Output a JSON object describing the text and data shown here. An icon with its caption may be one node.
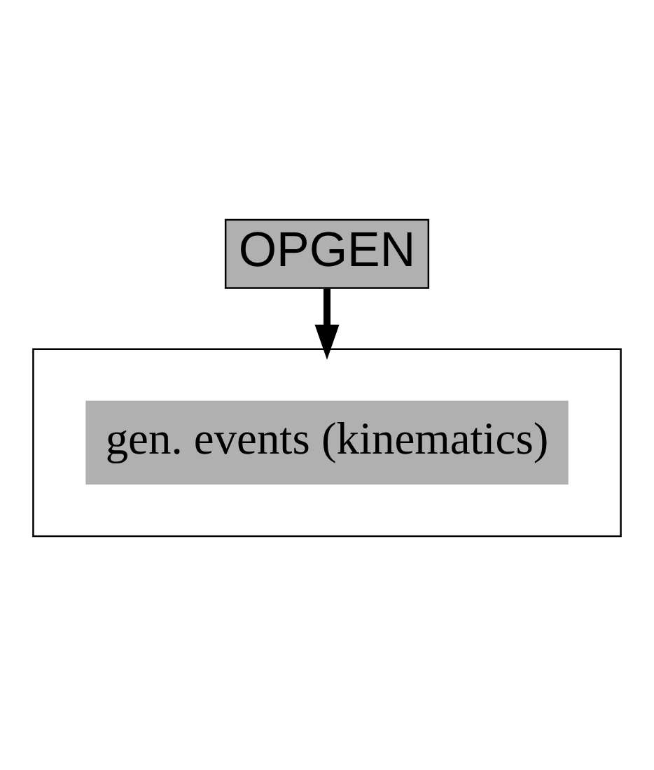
{
  "diagram": {
    "nodes": [
      {
        "text": [
          "OPGEN"
        ]
      },
      {
        "text": [],
        "shape": "box"
      },
      {
        "text": [
          "gen. events (kinematics)"
        ],
        "in": 1
      }
    ],
    "edges": [
      {
        "from": 0,
        "to": 1,
        "arrow": "to"
      }
    ]
  }
}
